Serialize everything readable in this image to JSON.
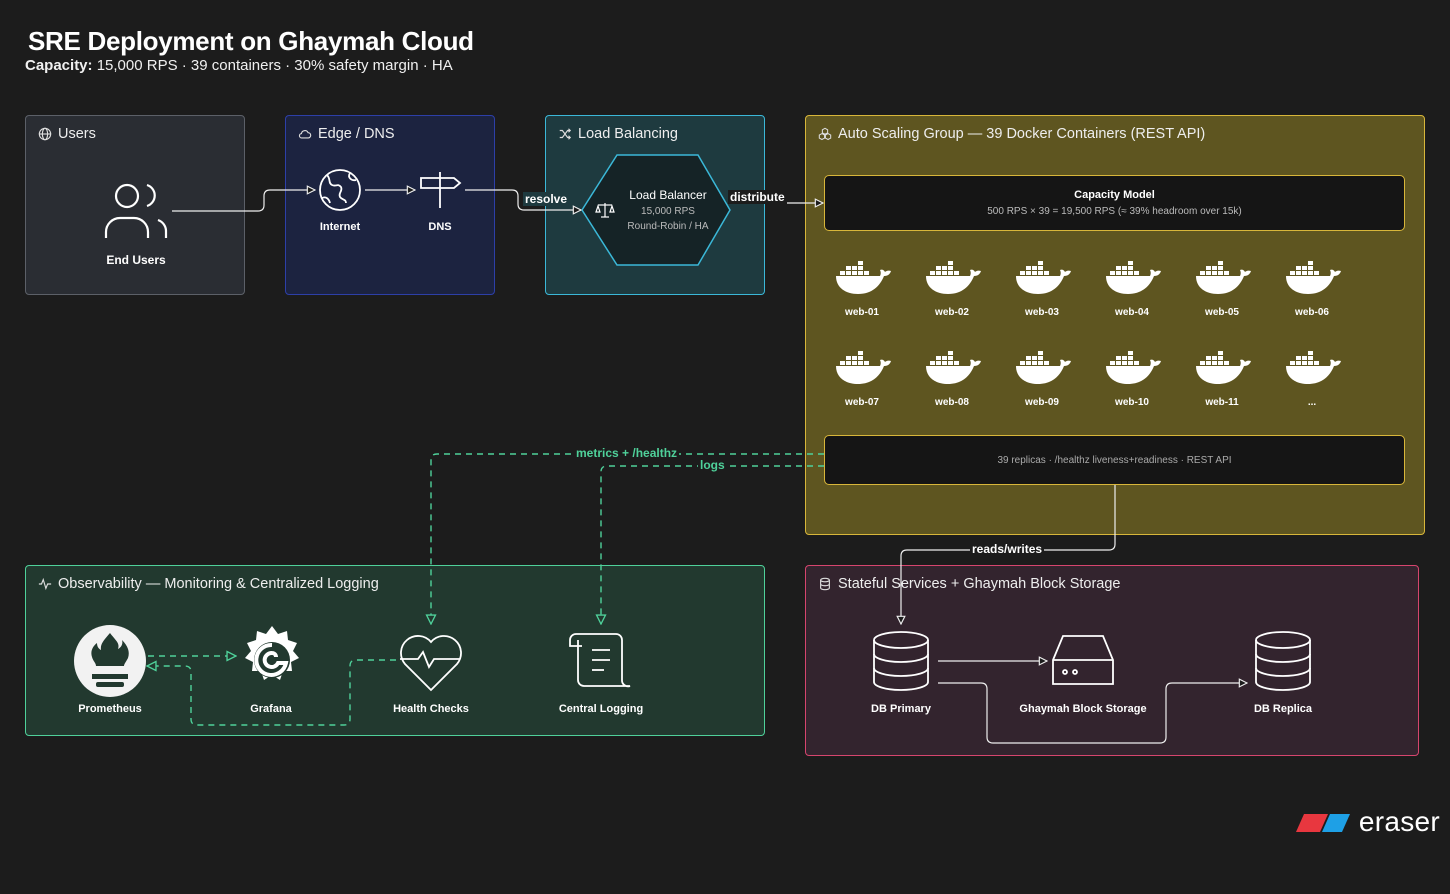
{
  "header": {
    "title": "SRE Deployment on Ghaymah Cloud",
    "capacity_label": "Capacity:",
    "capacity_text": "15,000 RPS · 39 containers · 30% safety margin · HA"
  },
  "groups": {
    "users": {
      "label": "Users",
      "color": "#6b6f78"
    },
    "edge": {
      "label": "Edge / DNS",
      "color": "#2d3fa8"
    },
    "lb": {
      "label": "Load Balancing",
      "color": "#3bb8d8"
    },
    "asg": {
      "label": "Auto Scaling Group — 39 Docker Containers (REST API)",
      "color": "#d8b63a"
    },
    "obs": {
      "label": "Observability — Monitoring & Centralized Logging",
      "color": "#4fd19a"
    },
    "stateful": {
      "label": "Stateful Services + Ghaymah Block Storage",
      "color": "#d6456e"
    }
  },
  "nodes": {
    "end_users": "End Users",
    "internet": "Internet",
    "dns": "DNS",
    "lb_title": "Load Balancer",
    "lb_rps": "15,000 RPS",
    "lb_mode": "Round-Robin / HA",
    "capacity_title": "Capacity Model",
    "capacity_text": "500 RPS × 39 = 19,500 RPS  (≈ 39% headroom over 15k)",
    "containers": [
      "web-01",
      "web-02",
      "web-03",
      "web-04",
      "web-05",
      "web-06",
      "web-07",
      "web-08",
      "web-09",
      "web-10",
      "web-11",
      "..."
    ],
    "replicas_text": "39 replicas · /healthz liveness+readiness · REST API",
    "prometheus": "Prometheus",
    "grafana": "Grafana",
    "health_checks": "Health Checks",
    "central_logging": "Central Logging",
    "db_primary": "DB Primary",
    "block_storage": "Ghaymah Block Storage",
    "db_replica": "DB Replica"
  },
  "edges": {
    "resolve": "resolve",
    "distribute": "distribute",
    "metrics": "metrics + /healthz",
    "logs": "logs",
    "reads_writes": "reads/writes"
  },
  "brand": {
    "name": "eraser",
    "red": "#e8373f",
    "blue": "#1ea0e6"
  }
}
